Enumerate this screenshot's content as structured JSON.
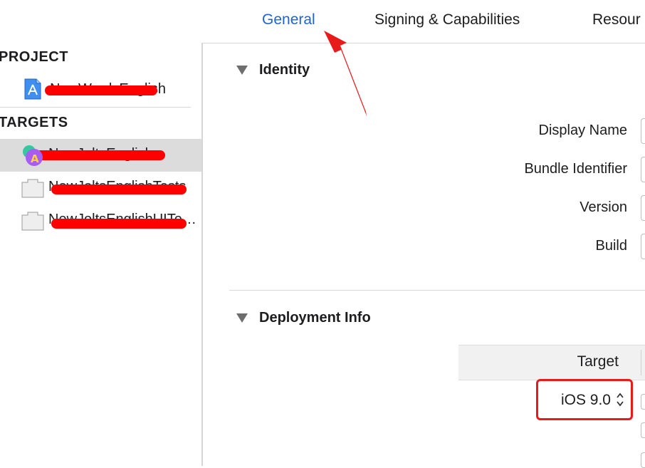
{
  "tabs": [
    {
      "label": "General",
      "active": true
    },
    {
      "label": "Signing & Capabilities",
      "active": false
    },
    {
      "label": "Resour",
      "active": false
    }
  ],
  "sidebar": {
    "project_header": "PROJECT",
    "project_item": {
      "label": "NewWordsEnglish",
      "icon": "app-project-icon"
    },
    "targets_header": "TARGETS",
    "targets": [
      {
        "label": "NewJoltsEnglish",
        "icon": "app-target-icon",
        "selected": true
      },
      {
        "label": "NewJoltsEnglishTests",
        "icon": "test-bundle-icon",
        "selected": false
      },
      {
        "label": "NewJoltsEnglishUITests",
        "icon": "test-bundle-icon",
        "selected": false
      }
    ]
  },
  "identity": {
    "title": "Identity",
    "fields": [
      {
        "label": "Display Name"
      },
      {
        "label": "Bundle Identifier"
      },
      {
        "label": "Version"
      },
      {
        "label": "Build"
      }
    ]
  },
  "deployment": {
    "title": "Deployment Info",
    "target_column": "Target",
    "ios_version": "iOS 9.0"
  },
  "annotation_color": "#e81b1b",
  "accent_color": "#1f63d6"
}
